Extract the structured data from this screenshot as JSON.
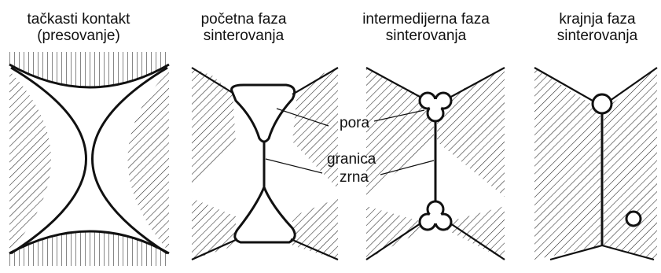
{
  "panels": [
    {
      "id": "tackasti",
      "title_line1": "tačkasti kontakt",
      "title_line2": "(presovanje)"
    },
    {
      "id": "pocetna",
      "title_line1": "početna faza",
      "title_line2": "sinterovanja"
    },
    {
      "id": "intermedijerna",
      "title_line1": "intermedijerna faza",
      "title_line2": "sinterovanja"
    },
    {
      "id": "krajnja",
      "title_line1": "krajnja faza",
      "title_line2": "sinterovanja"
    }
  ],
  "callouts": {
    "pora": "pora",
    "granica": "granica",
    "zrna": "zrna"
  },
  "colors": {
    "ink": "#111111",
    "hatch": "#222222",
    "background": "#ffffff"
  }
}
